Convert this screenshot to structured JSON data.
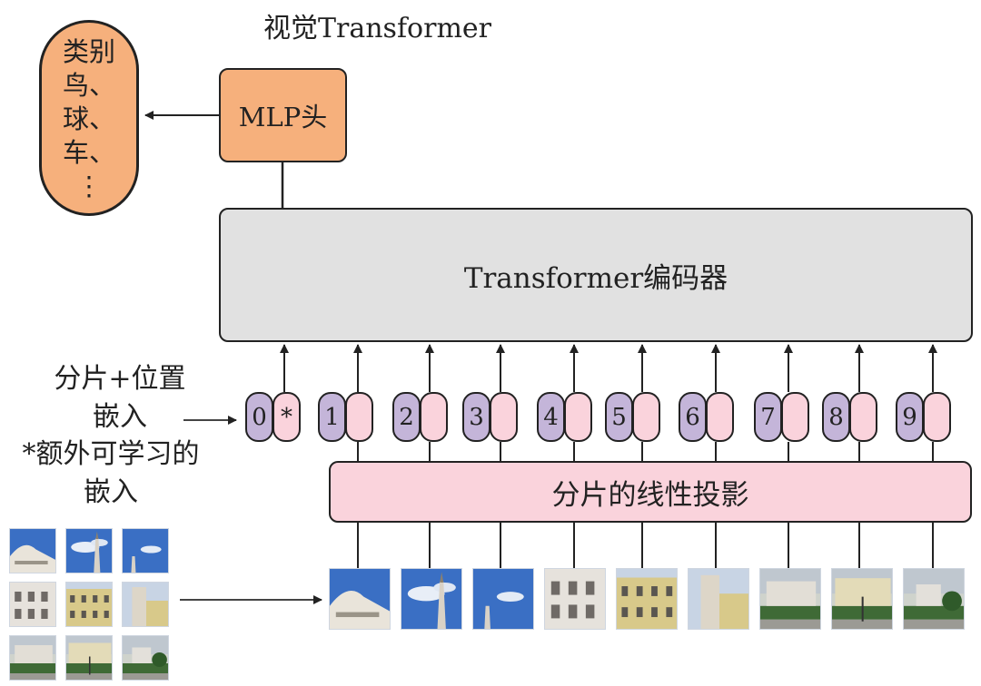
{
  "title": "视觉Transformer",
  "class_output": {
    "lines": [
      "类别",
      "鸟、",
      "球、",
      "车、",
      "⋮"
    ]
  },
  "mlp_head": {
    "label": "MLP头"
  },
  "encoder": {
    "label": "Transformer编码器"
  },
  "embedding_label": {
    "lines": [
      "分片+位置",
      "嵌入"
    ]
  },
  "extra_label": {
    "lines": [
      "*额外可学习的",
      "嵌入"
    ]
  },
  "projection": {
    "label": "分片的线性投影"
  },
  "tokens": [
    {
      "pos": "0",
      "marker": "*"
    },
    {
      "pos": "1",
      "marker": ""
    },
    {
      "pos": "2",
      "marker": ""
    },
    {
      "pos": "3",
      "marker": ""
    },
    {
      "pos": "4",
      "marker": ""
    },
    {
      "pos": "5",
      "marker": ""
    },
    {
      "pos": "6",
      "marker": ""
    },
    {
      "pos": "7",
      "marker": ""
    },
    {
      "pos": "8",
      "marker": ""
    },
    {
      "pos": "9",
      "marker": ""
    }
  ],
  "patches": [
    {
      "scene": "building-top-sky"
    },
    {
      "scene": "sky-clouds-spire"
    },
    {
      "scene": "sky-spire"
    },
    {
      "scene": "facade-white"
    },
    {
      "scene": "facade-yellow"
    },
    {
      "scene": "facade-tower"
    },
    {
      "scene": "street-lawn"
    },
    {
      "scene": "street-lawn-lamp"
    },
    {
      "scene": "street-trees"
    }
  ],
  "colors": {
    "orange": "#f6b07c",
    "grey": "#e1e1e1",
    "pink": "#fad3dc",
    "purple": "#c4b5d9"
  }
}
